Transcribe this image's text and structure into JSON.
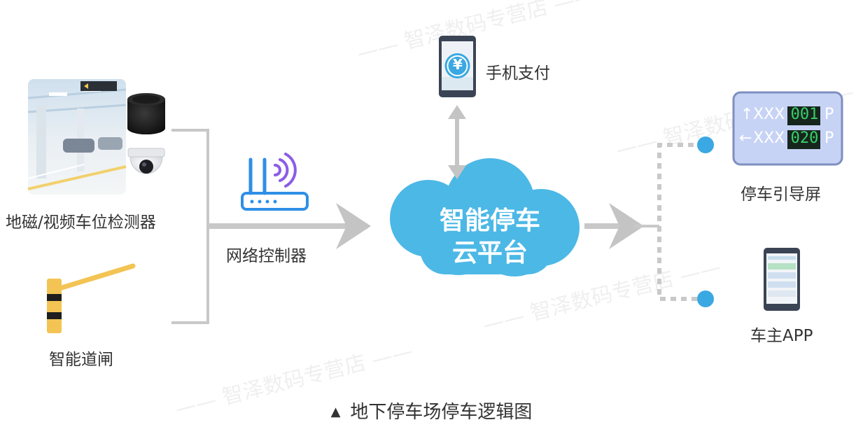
{
  "nodes": {
    "detector": {
      "label": "地磁/视频车位检测器"
    },
    "barrier": {
      "label": "智能道闸"
    },
    "controller": {
      "label": "网络控制器"
    },
    "cloud": {
      "line1": "智能停车",
      "line2": "云平台"
    },
    "payment": {
      "label": "手机支付",
      "icon_glyph": "¥"
    },
    "guide_screen": {
      "label": "停车引导屏",
      "rows": [
        {
          "arrow": "↑",
          "name": "XXX",
          "count": "001",
          "suffix": "P"
        },
        {
          "arrow": "←",
          "name": "XXX",
          "count": "020",
          "suffix": "P"
        }
      ]
    },
    "app": {
      "label": "车主APP"
    }
  },
  "caption": {
    "marker": "▲",
    "text": "地下停车场停车逻辑图"
  },
  "watermark": {
    "text": "—— 智泽数码专营店 ——"
  },
  "colors": {
    "cloud": "#4cb8e6",
    "dot": "#3aa8e2",
    "connector": "#c8c8c8",
    "arrow": "#c4c4c4",
    "router": "#2f8fe6",
    "screen_bg": "#c7d3f5",
    "screen_border": "#7e8fbf",
    "led_bg": "#17261d",
    "led_text": "#37d06a"
  }
}
